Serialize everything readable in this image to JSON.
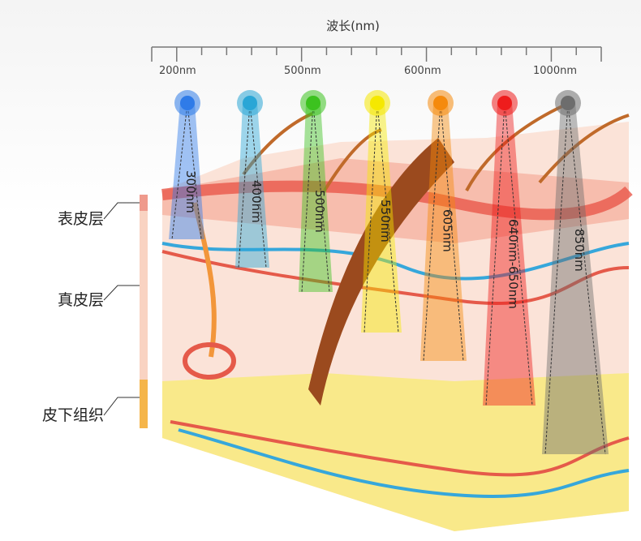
{
  "axis": {
    "title": "波长(nm)",
    "tick_labels": [
      "200nm",
      "500nm",
      "600nm",
      "1000nm"
    ]
  },
  "layers": [
    {
      "label": "表皮层",
      "color": "#ef9a8c"
    },
    {
      "label": "真皮层",
      "color": "#f9d3c2"
    },
    {
      "label": "皮下组织",
      "color": "#f5b54a"
    }
  ],
  "beams": [
    {
      "label": "300nm",
      "color": "#2f7be8"
    },
    {
      "label": "400nm",
      "color": "#2aa6d6"
    },
    {
      "label": "500nm",
      "color": "#3cc21f"
    },
    {
      "label": "550nm",
      "color": "#f5e800"
    },
    {
      "label": "605nm",
      "color": "#f58a0c"
    },
    {
      "label": "640nm-650nm",
      "color": "#ee1c1c"
    },
    {
      "label": "850nm",
      "color": "#6d6d6d"
    }
  ]
}
